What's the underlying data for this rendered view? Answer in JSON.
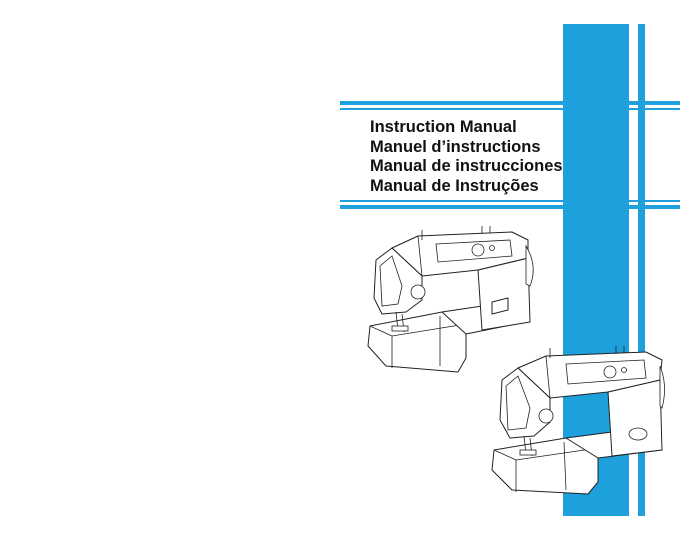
{
  "cover": {
    "titles": [
      "Instruction Manual",
      "Manuel d’instructions",
      "Manual de instrucciones",
      "Manual de Instruções"
    ]
  },
  "colors": {
    "accent_blue": "#1ea0dc",
    "background": "#ffffff",
    "text": "#111111"
  },
  "illustrations": {
    "machine_back": "sewing-machine",
    "machine_front": "sewing-machine"
  }
}
